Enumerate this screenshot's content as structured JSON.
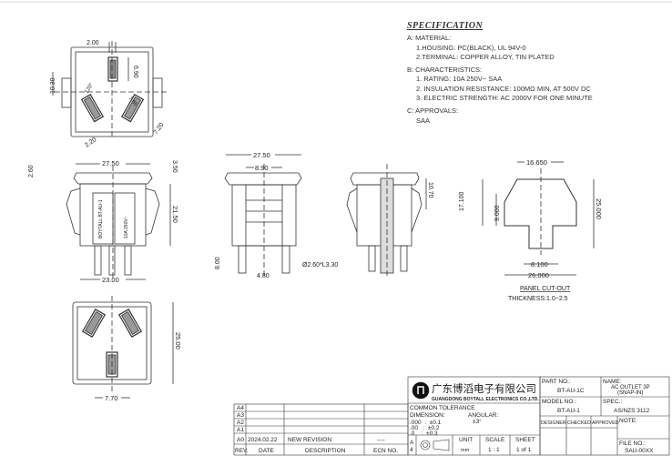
{
  "specification": {
    "title": "SPECIFICATION",
    "sections": [
      {
        "heading": "A: MATERIAL:",
        "items": [
          "1.HOUSING: PC(BLACK), UL 94V-0",
          "2.TERMINAL: COPPER ALLOY, TIN PLATED"
        ]
      },
      {
        "heading": "B: CHARACTERISTICS:",
        "items": [
          "1. RATING: 10A 250V~ SAA",
          "2. INSULATION RESISTANCE: 100MΩ MIN, AT 500V DC",
          "3. ELECTRIC STRENGTH: AC 2000V FOR ONE MINUTE"
        ]
      },
      {
        "heading": "C: APPROVALS:",
        "items": [
          "SAA"
        ]
      }
    ]
  },
  "top_view": {
    "dims": [
      "2.00",
      "6.90",
      "10.30",
      "120°",
      "7.85",
      "2.20",
      "7.20"
    ]
  },
  "front_view": {
    "dims": [
      "27.50",
      "2.60",
      "3.50",
      "21.50",
      "23.00"
    ],
    "marking_left": "BOYTALL  BT-AU-1",
    "marking_right": "10A 250V~"
  },
  "side_view": {
    "dims": [
      "27.50",
      "8.90",
      "8.00",
      "4.80",
      "Ø2.60*L3.30"
    ]
  },
  "section_view": {
    "dims": [
      "10.70"
    ]
  },
  "panel_cutout": {
    "dims": [
      "16.650",
      "17.100",
      "9.000",
      "25.000",
      "8.100",
      "26.000"
    ],
    "title": "PANEL CUT-OUT",
    "thickness": "THICKNESS:1.0~2.5"
  },
  "bottom_view": {
    "dims": [
      "25.00",
      "7.70"
    ]
  },
  "revision_table": {
    "rows": [
      {
        "rev": "A4",
        "date": "",
        "desc": "",
        "ecn": ""
      },
      {
        "rev": "A3",
        "date": "",
        "desc": "",
        "ecn": ""
      },
      {
        "rev": "A2",
        "date": "",
        "desc": "",
        "ecn": ""
      },
      {
        "rev": "A1",
        "date": "",
        "desc": "",
        "ecn": ""
      },
      {
        "rev": "A0",
        "date": "2024.02.22",
        "desc": "NEW REVISION",
        "ecn": "----"
      }
    ],
    "headers": {
      "rev": "REV.",
      "date": "DATE",
      "desc": "DESCRIPTION",
      "ecn": "ECN NO."
    }
  },
  "company": {
    "name_cn": "广东博滔电子有限公司",
    "name_en": "GUANGDONG BOYTALL ELECTRONICS CO.,LTD."
  },
  "tolerance": {
    "title": "COMMON TOLERANCE",
    "dimension_label": "DIMENSION:",
    "angular_label": "ANGULAR:",
    "angular_value": "±3°",
    "lines": [
      ".000  :  ±0.1",
      ".00   :  ±0.2",
      ".0    :  ±0.3"
    ]
  },
  "footer": {
    "size": "A",
    "size_num": "4",
    "unit_label": "UNIT",
    "unit": "mm",
    "scale_label": "SCALE",
    "scale": "1 : 1",
    "sheet_label": "SHEET",
    "sheet": "1 of 1"
  },
  "title_block": {
    "part_no_label": "PART NO.:",
    "part_no": "BT-AU-1C",
    "name_label": "NAME:",
    "name_line1": "AC OUTLET 3P",
    "name_line2": "(SNAP-IN)",
    "model_no_label": "MODEL NO.:",
    "model_no": "BT-AU-1",
    "spec_label": "SPEC.:",
    "spec": "AS/NZS 3112",
    "designer_label": "DESIGNER",
    "checked_label": "CHECKED",
    "approved_label": "APPROVED",
    "note_label": "NOTE:",
    "file_no_label": "FILE NO.:",
    "file_no": "SAU-00XX"
  }
}
